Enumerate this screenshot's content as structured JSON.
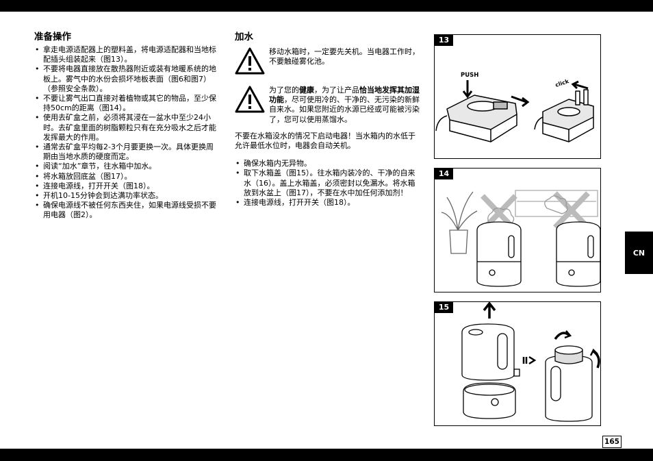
{
  "section_left": {
    "title": "准备操作",
    "bullets": [
      "拿走电源适配器上的塑料盖，将电源适配器和当地标配插头组装起来（图13）。",
      "不要将电器直接放在散热器附近或装有地暖系统的地板上。雾气中的水份会损坏地板表面（图6和图7）（参照安全条款）。",
      "不要让雾气出口直接对着植物或其它的物品，至少保持50cm的距离（图14）。",
      "使用去矿盒之前，必须将其浸在一盆水中至少24小时。去矿盒里面的树脂颗粒只有在充分吸水之后才能发挥最大的作用。",
      "通常去矿盒平均每2-3个月要更换一次。具体更换周期由当地水质的硬度而定。",
      "阅读“加水”章节，往水箱中加水。",
      "将水箱放回底盆（图17）。",
      "连接电源线，打开开关（图18）。",
      "开机10-15分钟会到达满功率状态。",
      "确保电源线不被任何东西夹住，如果电源线受损不要用电器（图2）。"
    ]
  },
  "section_right": {
    "title": "加水",
    "warning1": "移动水箱时，一定要先关机。当电器工作时，不要触碰雾化池。",
    "warning2_pre": "为了您的",
    "warning2_b1": "健康",
    "warning2_mid": "，为了让产品",
    "warning2_b2": "恰当地发挥其加湿功能",
    "warning2_post": "，尽可使用冷的、干净的、无污染的新鲜自来水。如果您附近的水源已经或可能被污染了，您可以使用蒸馏水。",
    "paragraph": "不要在水箱没水的情况下启动电器！当水箱内的水低于允许最低水位时，电器会自动关机。",
    "bullets": [
      "确保水箱内无异物。",
      "取下水箱盖（图15）。往水箱内装冷的、干净的自来水（16）。盖上水箱盖，必须密封以免漏水。将水箱放到水盆上（图17），不要在水中加任何添加剂！",
      "连接电源线，打开开关（图18）。"
    ]
  },
  "figures": [
    {
      "number": "13",
      "labels": {
        "push": "PUSH",
        "click": "click"
      }
    },
    {
      "number": "14"
    },
    {
      "number": "15"
    }
  ],
  "side_tab": "CN",
  "page_number": "165",
  "icons": [
    "warning-triangle-icon"
  ]
}
